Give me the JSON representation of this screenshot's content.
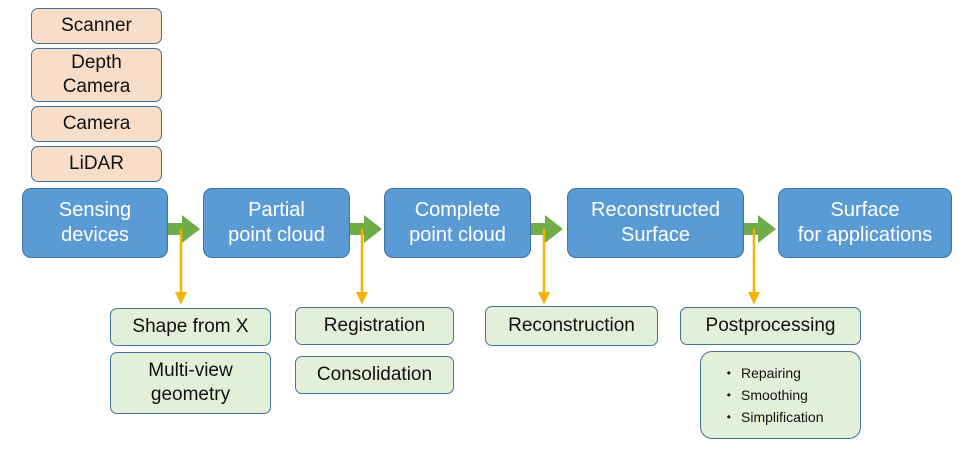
{
  "sensing_devices": [
    "Scanner",
    "Depth\nCamera",
    "Camera",
    "LiDAR"
  ],
  "pipeline": [
    "Sensing\ndevices",
    "Partial\npoint cloud",
    "Complete\npoint cloud",
    "Reconstructed\nSurface",
    "Surface\nfor applications"
  ],
  "methods": {
    "shape_from_x": "Shape from X",
    "multi_view": "Multi-view\ngeometry",
    "registration": "Registration",
    "consolidation": "Consolidation",
    "reconstruction": "Reconstruction",
    "postprocessing": "Postprocessing"
  },
  "postprocessing_steps": [
    "Repairing",
    "Smoothing",
    "Simplification"
  ],
  "colors": {
    "stage_fill": "#5b9bd5",
    "device_fill": "#f8ddc9",
    "method_fill": "#e2f0d9",
    "border": "#41719c",
    "flow_arrow": "#70ad47",
    "connector_arrow": "#f2b400"
  }
}
